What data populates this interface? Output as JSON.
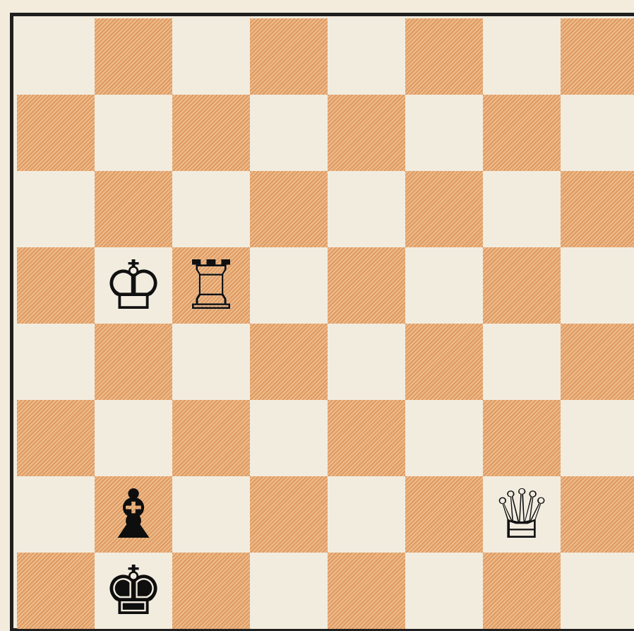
{
  "board": {
    "colors": {
      "light": "#f2ecdf",
      "dark": "#e9b37e",
      "frame": "#1f1f1f"
    },
    "pieces": [
      {
        "name": "white-king",
        "glyph": "♔",
        "color": "white",
        "square": "b5"
      },
      {
        "name": "white-rook",
        "glyph": "♖",
        "color": "white",
        "square": "c5"
      },
      {
        "name": "white-queen",
        "glyph": "♕",
        "color": "white",
        "square": "g2"
      },
      {
        "name": "black-bishop",
        "glyph": "♝",
        "color": "black",
        "square": "b2"
      },
      {
        "name": "black-king",
        "glyph": "♚",
        "color": "black",
        "square": "b1"
      }
    ]
  }
}
